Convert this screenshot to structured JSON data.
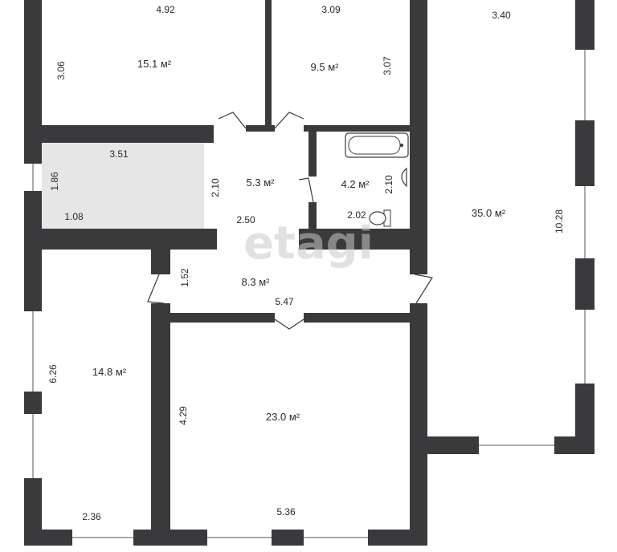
{
  "watermark": "etagi",
  "rooms": [
    {
      "id": "room-a",
      "area": "15.1 м²",
      "width": "4.92",
      "height": "3.06"
    },
    {
      "id": "room-b",
      "area": "9.5 м²",
      "width": "3.09",
      "height": "3.07"
    },
    {
      "id": "room-c",
      "area": "35.0 м²",
      "width": "3.40",
      "height": "10.28"
    },
    {
      "id": "storage",
      "width": "3.51",
      "height": "1.86",
      "extra": "1.08"
    },
    {
      "id": "hall",
      "area": "5.3 м²",
      "width": "2.50",
      "height": "2.10"
    },
    {
      "id": "bathroom",
      "area": "4.2 м²",
      "width": "2.02",
      "height": "2.10"
    },
    {
      "id": "corridor",
      "area": "8.3 м²",
      "width": "5.47",
      "height": "1.52"
    },
    {
      "id": "room-d",
      "area": "14.8 м²",
      "width": "2.36",
      "height": "6.26"
    },
    {
      "id": "room-e",
      "area": "23.0 м²",
      "width": "5.36",
      "height": "4.29"
    }
  ],
  "colors": {
    "wall": "#3a3a3c",
    "storage_fill": "#e6e6e6",
    "window": "#ffffff",
    "background": "#ffffff"
  }
}
